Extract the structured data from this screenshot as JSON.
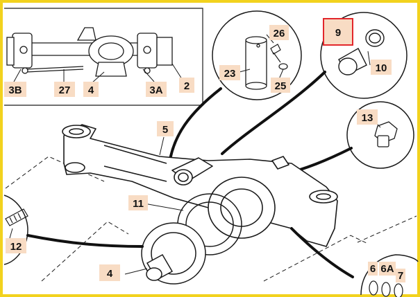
{
  "colors": {
    "frame": "#f2d21e",
    "label_bg": "#f8dcc4",
    "highlight": "#e2262b",
    "ink": "#1a1a1a"
  },
  "callouts": {
    "c2": "2",
    "c3a": "3A",
    "c3b": "3B",
    "c4_inset": "4",
    "c27": "27",
    "c23": "23",
    "c25": "25",
    "c26": "26",
    "c9": "9",
    "c10": "10",
    "c13": "13",
    "c5": "5",
    "c11": "11",
    "c12": "12",
    "c4_main": "4",
    "c6": "6",
    "c6a": "6A",
    "c7": "7"
  },
  "highlighted_callout": "9"
}
